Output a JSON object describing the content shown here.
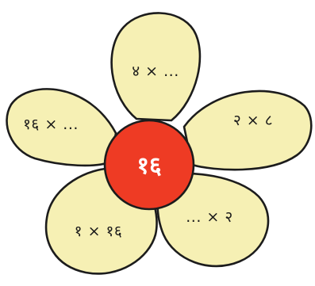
{
  "petals": [
    {
      "id": "top",
      "text": "४ × ..."
    },
    {
      "id": "left",
      "text": "१६ × ..."
    },
    {
      "id": "right",
      "text": "२ × ८"
    },
    {
      "id": "bottom-left",
      "text": "१ × १६"
    },
    {
      "id": "bottom-right",
      "text": "... × २"
    }
  ],
  "center": {
    "text": "१६"
  },
  "colors": {
    "petal_fill": "#f6f0b4",
    "center_fill": "#ee3b24",
    "outline": "#1c1c1c"
  }
}
